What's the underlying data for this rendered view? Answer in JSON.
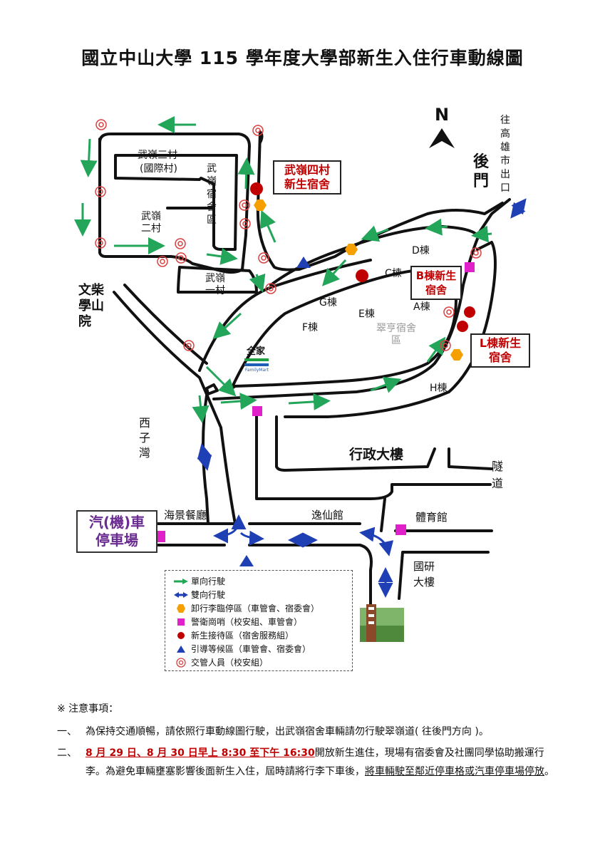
{
  "title": "國立中山大學 115 學年度大學部新生入住行車動線圖",
  "map": {
    "north": "N",
    "to_kaohsiung": "往高雄市出口",
    "back_gate": "後門",
    "wuling3": "武嶺三村",
    "wuling3_sub": "(國際村)",
    "wuling_dorm_area": "武嶺宿舍區",
    "wuling2": "武嶺二村",
    "wuling1": "武嶺一村",
    "wuling4_box": "武嶺四村 新生宿舍",
    "wen_shan": "文柴學山院",
    "g_bldg": "G棟",
    "f_bldg": "F棟",
    "e_bldg": "E棟",
    "c_bldg": "C棟",
    "d_bldg": "D棟",
    "a_bldg": "A棟",
    "h_bldg": "H棟",
    "b_box": "B棟新生宿舍",
    "l_box": "L棟新生宿舍",
    "cuiheng": "翠亨宿舍區",
    "familymart": "全家",
    "familymart_en": "FamilyMart",
    "xiziwan": "西子灣",
    "admin": "行政大樓",
    "tunnel": "隧道",
    "haijing": "海景餐廳",
    "yixian": "逸仙館",
    "gym": "體育館",
    "guoyan": "國研大樓",
    "parking": "汽(機)車停車場"
  },
  "legend": [
    {
      "icon": "green-arrow-icon",
      "label": "單向行駛"
    },
    {
      "icon": "blue-double-arrow-icon",
      "label": "雙向行駛"
    },
    {
      "icon": "orange-hexagon-icon",
      "label": "卸行李臨停區（車管會、宿委會）"
    },
    {
      "icon": "magenta-square-icon",
      "label": "警衛崗哨（校安組、車管會）"
    },
    {
      "icon": "red-circle-icon",
      "label": "新生接待區（宿舍服務組）"
    },
    {
      "icon": "blue-triangle-icon",
      "label": "引導等候區（車管會、宿委會）"
    },
    {
      "icon": "target-circle-icon",
      "label": "交管人員（校安組）"
    }
  ],
  "colors": {
    "green": "#23a55a",
    "blue": "#1f3fb5",
    "orange": "#f5a000",
    "magenta": "#e020c8",
    "red": "#c00000",
    "purple": "#6a2c91"
  },
  "notes": {
    "header": "※ 注意事項：",
    "n1_num": "一、",
    "n1_text": "為保持交通順暢，請依照行車動線圖行駛，出武嶺宿舍車輛請勿行駛翠嶺道( 往後門方向 )。",
    "n2_num": "二、",
    "n2_date": "8 月 29 日、8 月 30 日早上 8:30 至下午 16:30",
    "n2_text1": "開放新生進住，現場有宿委會及社團同學協助搬運行李。為避免車輛壅塞影響後面新生入住，屆時請將行李下車後，",
    "n2_text2": "將車輛駛至鄰近停車格或汽車停車場停放",
    "n2_end": "。"
  }
}
